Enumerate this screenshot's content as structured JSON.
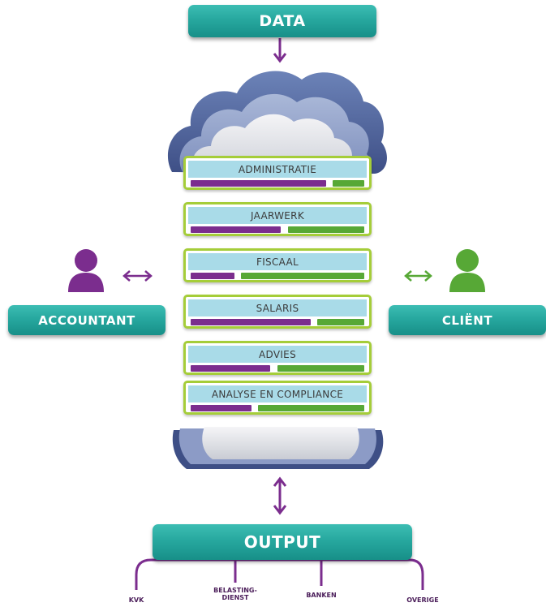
{
  "top_banner": {
    "label": "DATA"
  },
  "layers": [
    {
      "title": "ADMINISTRATIE",
      "purple": 0.78,
      "green": 0.18
    },
    {
      "title": "JAARWERK",
      "purple": 0.52,
      "green": 0.44
    },
    {
      "title": "FISCAAL",
      "purple": 0.25,
      "green": 0.71
    },
    {
      "title": "SALARIS",
      "purple": 0.69,
      "green": 0.27
    },
    {
      "title": "ADVIES",
      "purple": 0.46,
      "green": 0.5
    },
    {
      "title": "ANALYSE EN COMPLIANCE",
      "purple": 0.35,
      "green": 0.61
    }
  ],
  "left_party": {
    "label": "ACCOUNTANT",
    "color": "#7b2d8e"
  },
  "right_party": {
    "label": "CLIËNT",
    "color": "#57a836"
  },
  "bottom_banner": {
    "label": "OUTPUT"
  },
  "outputs": [
    {
      "line1": "KVK",
      "line2": ""
    },
    {
      "line1": "BELASTING-",
      "line2": "DIENST"
    },
    {
      "line1": "BANKEN",
      "line2": ""
    },
    {
      "line1": "OVERIGE",
      "line2": ""
    }
  ],
  "colors": {
    "teal": "#27a89f",
    "purple": "#7b2d8e",
    "green": "#57a836",
    "layer_border": "#a5cd39",
    "layer_fill": "#a9dbe8"
  }
}
